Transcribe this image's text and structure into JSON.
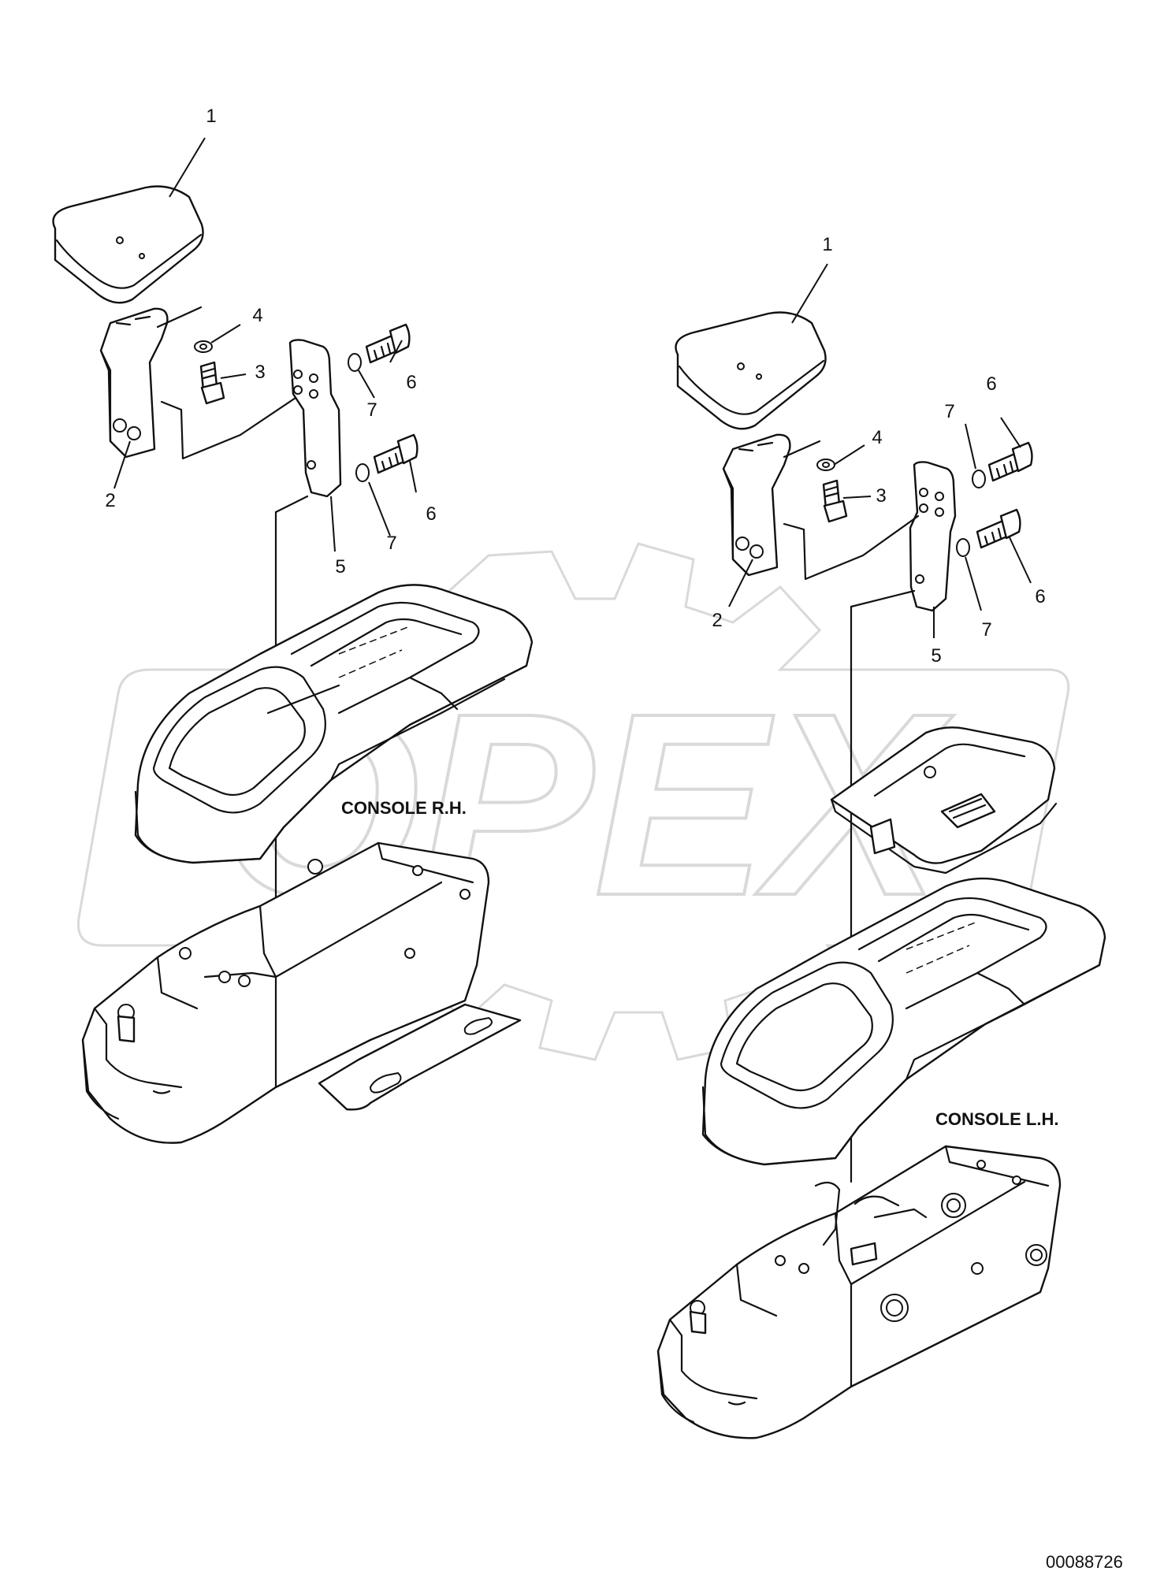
{
  "diagram": {
    "callouts": {
      "c1": "1",
      "c2": "2",
      "c3": "3",
      "c4": "4",
      "c5": "5",
      "c6": "6",
      "c7": "7"
    },
    "labels": {
      "console_rh": "CONSOLE R.H.",
      "console_lh": "CONSOLE L.H."
    },
    "document_number": "00088726",
    "watermark": "OPEX"
  },
  "colors": {
    "line": "#111111",
    "background": "#ffffff",
    "watermark": "#d9d9d9"
  }
}
